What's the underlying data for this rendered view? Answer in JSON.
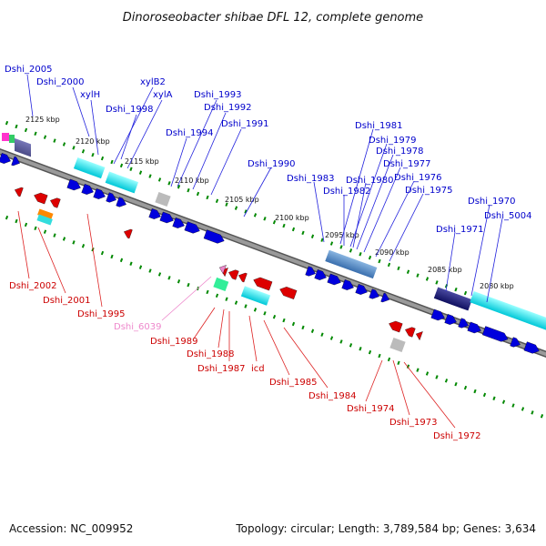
{
  "title": "Dinoroseobacter shibae DFL 12, complete genome",
  "accession": "Accession: NC_009952",
  "topology": "Topology: circular; Length: 3,789,584 bp; Genes: 3,634",
  "colors": {
    "forward": "#0000dd",
    "reverse": "#dd0000",
    "pseudo": "#ee88cc",
    "axis": "#888888",
    "ticks": "#008800",
    "label_line_forward": "#2222dd",
    "label_line_reverse": "#dd2222"
  },
  "kbp_labels": [
    "2125 kbp",
    "2120 kbp",
    "2115 kbp",
    "2110 kbp",
    "2105 kbp",
    "2100 kbp",
    "2095 kbp",
    "2090 kbp",
    "2085 kbp",
    "2080 kbp"
  ],
  "forward_labels": [
    "Dshi_2005",
    "Dshi_2000",
    "xylH",
    "xylB2",
    "xylA",
    "Dshi_1998",
    "Dshi_1993",
    "Dshi_1992",
    "Dshi_1994",
    "Dshi_1991",
    "Dshi_1990",
    "Dshi_1983",
    "Dshi_1981",
    "Dshi_1979",
    "Dshi_1978",
    "Dshi_1977",
    "Dshi_1980",
    "Dshi_1982",
    "Dshi_1976",
    "Dshi_1975",
    "Dshi_1970",
    "Dshi_5004",
    "Dshi_1971"
  ],
  "reverse_labels": [
    "Dshi_2002",
    "Dshi_2001",
    "Dshi_1995",
    "Dshi_6039",
    "Dshi_1989",
    "Dshi_1988",
    "Dshi_1987",
    "icd",
    "Dshi_1985",
    "Dshi_1984",
    "Dshi_1974",
    "Dshi_1973",
    "Dshi_1972"
  ]
}
